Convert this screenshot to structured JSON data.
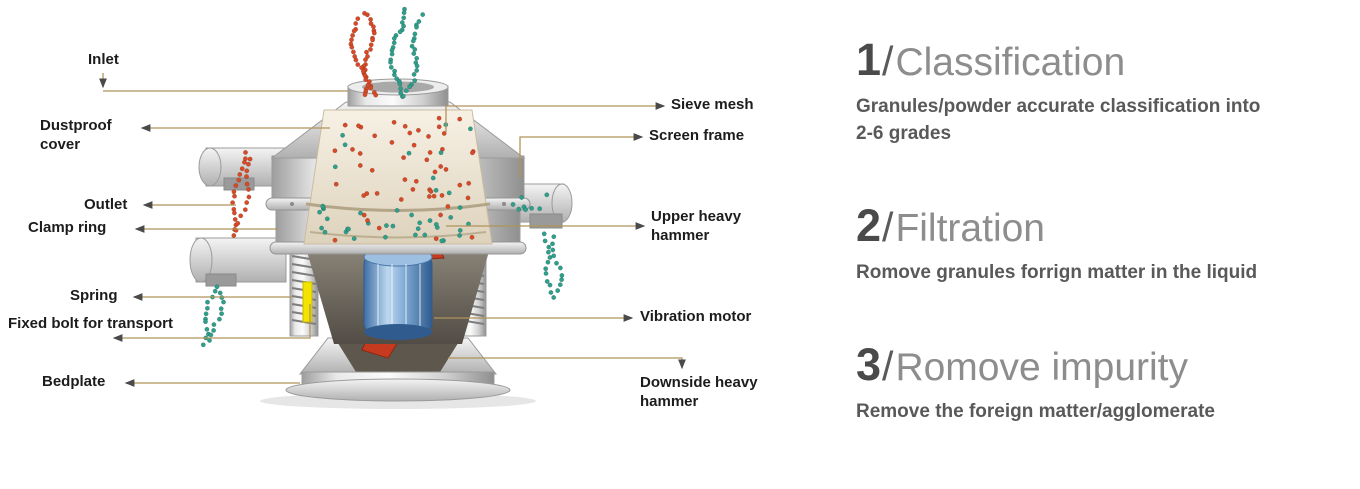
{
  "diagram": {
    "labels": [
      {
        "id": "inlet",
        "text": "Inlet"
      },
      {
        "id": "dustproof-cover",
        "text": "Dustproof cover"
      },
      {
        "id": "outlet",
        "text": "Outlet"
      },
      {
        "id": "clamp-ring",
        "text": "Clamp ring"
      },
      {
        "id": "spring",
        "text": "Spring"
      },
      {
        "id": "fixed-bolt",
        "text": "Fixed bolt for transport"
      },
      {
        "id": "bedplate",
        "text": "Bedplate"
      },
      {
        "id": "sieve-mesh",
        "text": "Sieve mesh"
      },
      {
        "id": "screen-frame",
        "text": "Screen frame"
      },
      {
        "id": "upper-heavy-hammer",
        "text": "Upper heavy hammer"
      },
      {
        "id": "vibration-motor",
        "text": "Vibration motor"
      },
      {
        "id": "downside-heavy-hammer",
        "text": "Downside heavy hammer"
      }
    ],
    "colors": {
      "particle_red": "#d84a27",
      "particle_teal": "#2e9f8a",
      "leader_line": "#b1945c",
      "arrow": "#4a4a4a",
      "motor_blue": "#5b8fc4",
      "bolt_yellow": "#f2e400",
      "accent_red": "#c63a20"
    }
  },
  "features": {
    "panel_bg": "#ececec",
    "items": [
      {
        "number": "1",
        "slash": "/",
        "title": "Classification",
        "description": "Granules/powder accurate classification into 2-6 grades"
      },
      {
        "number": "2",
        "slash": "/",
        "title": "Filtration",
        "description": "Romove granules forrign matter in the liquid"
      },
      {
        "number": "3",
        "slash": "/",
        "title": "Romove impurity",
        "description": "Remove the foreign matter/agglomerate"
      }
    ]
  }
}
